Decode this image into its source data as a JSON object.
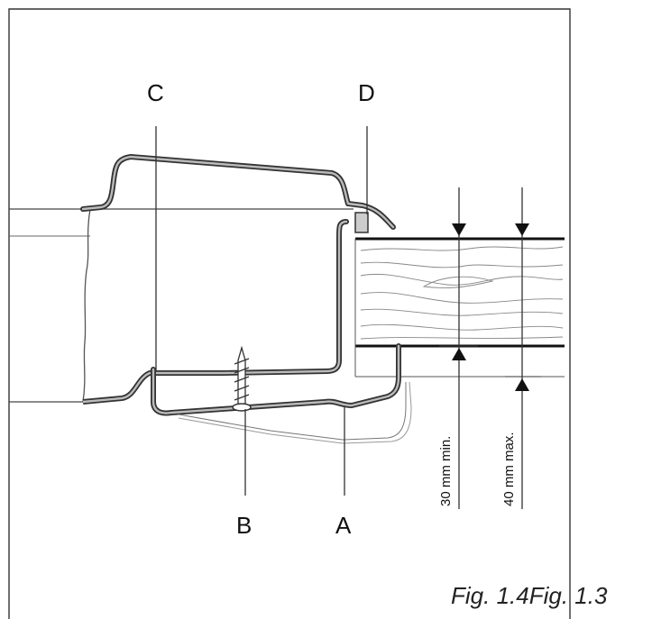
{
  "labels": {
    "a": "A",
    "b": "B",
    "c": "C",
    "d": "D"
  },
  "dimensions": {
    "min_thickness": "30 mm min.",
    "max_thickness": "40 mm max."
  },
  "caption": "Fig. 1.4Fig. 1.3"
}
